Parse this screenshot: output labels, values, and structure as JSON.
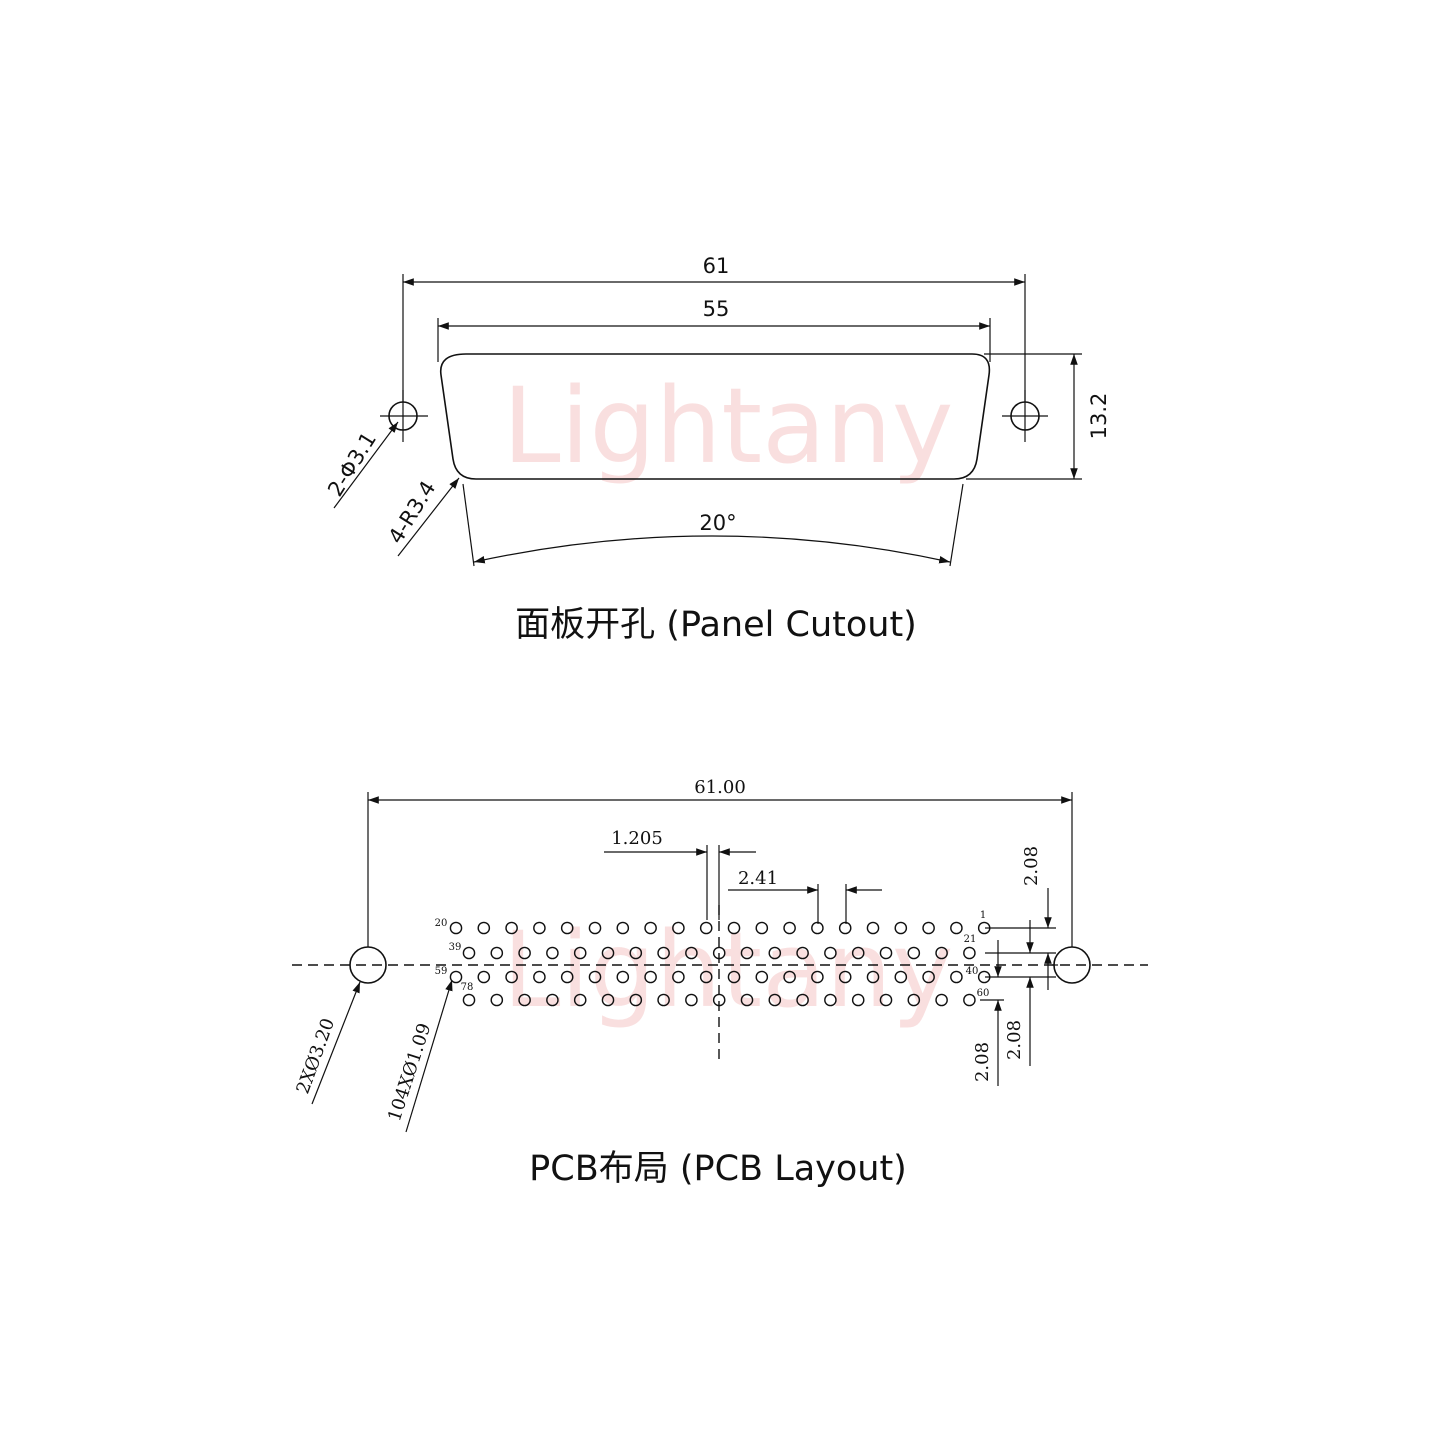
{
  "watermark": "Lightany",
  "panel": {
    "title": "面板开孔 (Panel Cutout)",
    "dim_overall": "61",
    "dim_inner": "55",
    "dim_height": "13.2",
    "dim_angle": "20°",
    "dim_holes": "2-Φ3.1",
    "dim_radius": "4-R3.4"
  },
  "pcb": {
    "title": "PCB布局 (PCB Layout)",
    "dim_overall": "61.00",
    "dim_offset": "1.205",
    "dim_pitch": "2.41",
    "dim_row_top": "2.08",
    "dim_row_mid": "2.08",
    "dim_row_bot": "2.08",
    "dim_mount": "2XØ3.20",
    "dim_pins": "104XØ1.09",
    "pin_labels": {
      "p20": "20",
      "p39": "39",
      "p59": "59",
      "p78": "78",
      "p1": "1",
      "p21": "21",
      "p40": "40",
      "p60": "60"
    },
    "row_counts": [
      20,
      19,
      20,
      19
    ]
  },
  "colors": {
    "line": "#111111",
    "watermark": "#f5c6c6"
  }
}
